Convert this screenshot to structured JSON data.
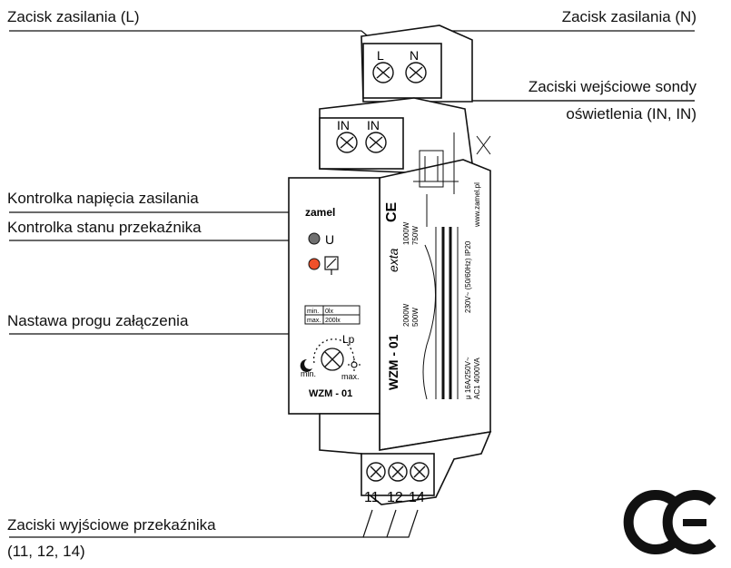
{
  "labels": {
    "power_terminal_l": "Zacisk zasilania (L)",
    "power_terminal_n": "Zacisk zasilania (N)",
    "probe_input_line1": "Zaciski wejściowe sondy",
    "probe_input_line2": "oświetlenia (IN, IN)",
    "supply_indicator": "Kontrolka napięcia zasilania",
    "relay_indicator": "Kontrolka stanu przekaźnika",
    "threshold_setting": "Nastawa progu załączenia",
    "output_line1": "Zaciski wyjściowe przekaźnika",
    "output_line2": "(11, 12, 14)"
  },
  "device": {
    "brand": "zamel",
    "model": "WZM - 01",
    "side_model": "WZM - 01",
    "side_brand": "exta",
    "terminal_l": "L",
    "terminal_n": "N",
    "terminal_in": "IN",
    "led_u_label": "U",
    "range_min_label": "min.",
    "range_min_value": "0lx",
    "range_max_label": "max.",
    "range_max_value": "200lx",
    "dial_min": "min.",
    "dial_max": "max.",
    "dial_lp": "Lp",
    "out_11": "11",
    "out_12": "12",
    "out_14": "14",
    "side_power_1": "2000W",
    "side_power_2": "500W",
    "side_power_3": "1000W",
    "side_power_4": "750W",
    "side_rating_1": "μ   16A/250V~",
    "side_rating_2": "AC1 4000VA",
    "side_supply": "230V~ (50/60Hz) IP20",
    "side_web": "www.zamel.pl"
  },
  "colors": {
    "led_supply": "#707070",
    "led_relay": "#f0502a",
    "line": "#111111"
  },
  "ce_mark": "CE"
}
